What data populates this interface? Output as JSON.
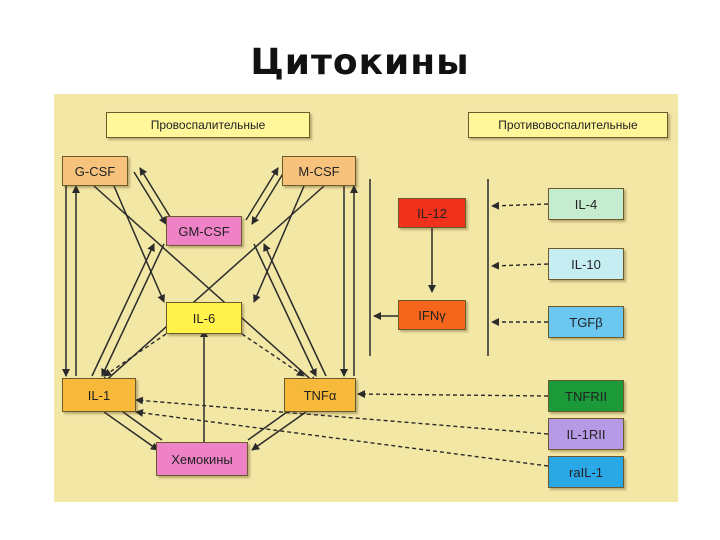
{
  "page": {
    "title": "Цитокины"
  },
  "headers": {
    "pro": "Провоспалительные",
    "anti": "Противовоспалительные"
  },
  "nodes": {
    "gcsf": {
      "label": "G-CSF",
      "color": "#f7c27c"
    },
    "mcsf": {
      "label": "M-CSF",
      "color": "#f7c27c"
    },
    "gmcsf": {
      "label": "GM-CSF",
      "color": "#ef82c6"
    },
    "il6": {
      "label": "IL-6",
      "color": "#fff24a"
    },
    "il1": {
      "label": "IL-1",
      "color": "#f7b93a"
    },
    "tnfa": {
      "label": "TNFα",
      "color": "#f7b93a"
    },
    "chem": {
      "label": "Хемокины",
      "color": "#ef82c6"
    },
    "il12": {
      "label": "IL-12",
      "color": "#f0321c"
    },
    "ifng": {
      "label": "IFNγ",
      "color": "#f5661c"
    },
    "il4": {
      "label": "IL-4",
      "color": "#c6ecd0"
    },
    "il10": {
      "label": "IL-10",
      "color": "#c6eef2"
    },
    "tgfb": {
      "label": "TGFβ",
      "color": "#6bc6f0"
    },
    "tnfrii": {
      "label": "TNFRII",
      "color": "#1c9a3a"
    },
    "il1rii": {
      "label": "IL-1RII",
      "color": "#b79ae6"
    },
    "rail1": {
      "label": "raIL-1",
      "color": "#2aa8e6"
    }
  },
  "colors": {
    "panel": "#f3e7a6",
    "arrow": "#2b2b2b",
    "header_fill": "#fff79a"
  }
}
